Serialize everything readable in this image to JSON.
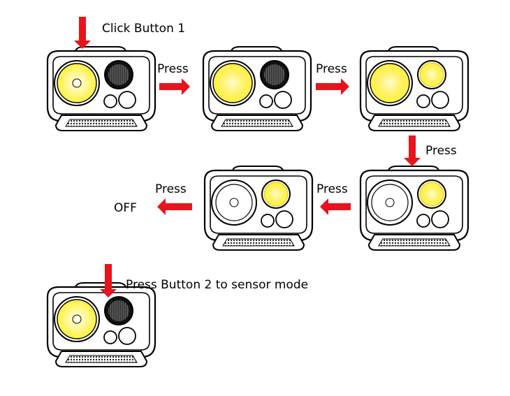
{
  "labels": {
    "click_button_1": "Click Button 1",
    "press": "Press",
    "off": "OFF",
    "sensor_mode": "Press Button 2 to sensor mode"
  },
  "colors": {
    "arrow_red": "#e8141c",
    "lamp_yellow": "#fff03c",
    "outline": "#000000",
    "sensor_dark": "#111111"
  },
  "sequence": [
    {
      "step": 1,
      "main_light": "on-dim",
      "side_light": "off"
    },
    {
      "step": 2,
      "main_light": "on-bright",
      "side_light": "off"
    },
    {
      "step": 3,
      "main_light": "on-bright",
      "side_light": "on"
    },
    {
      "step": 4,
      "main_light": "off",
      "side_light": "on"
    },
    {
      "step": 5,
      "main_light": "off",
      "side_light": "on"
    },
    {
      "step": 6,
      "main_light": "off",
      "side_light": "off"
    },
    {
      "step": 7,
      "mode": "sensor",
      "main_light": "on-dim",
      "side_light": "off"
    }
  ]
}
